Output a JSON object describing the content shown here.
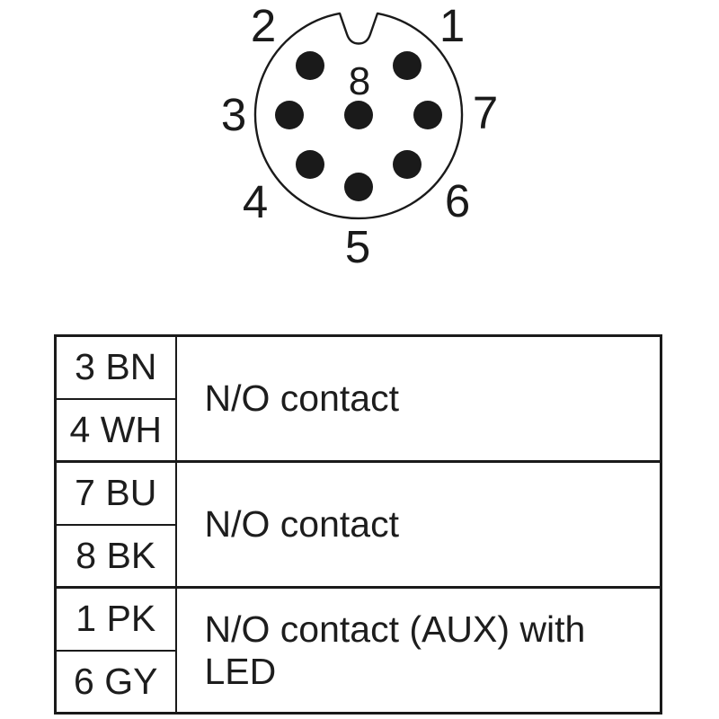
{
  "colors": {
    "ink": "#1a1a1a",
    "background": "#ffffff"
  },
  "connector": {
    "description": "8-pin circular connector face view with keyway notch",
    "pin_count": "8",
    "pins": [
      {
        "number": "1",
        "position": "top-right"
      },
      {
        "number": "2",
        "position": "top-left"
      },
      {
        "number": "3",
        "position": "left"
      },
      {
        "number": "4",
        "position": "bottom-left"
      },
      {
        "number": "5",
        "position": "bottom"
      },
      {
        "number": "6",
        "position": "bottom-right"
      },
      {
        "number": "7",
        "position": "right"
      },
      {
        "number": "8",
        "position": "center"
      }
    ]
  },
  "table": {
    "rows": [
      {
        "pin_cells": [
          "3 BN",
          "4 WH"
        ],
        "function": "N/O contact"
      },
      {
        "pin_cells": [
          "7 BU",
          "8 BK"
        ],
        "function": "N/O contact"
      },
      {
        "pin_cells": [
          "1 PK",
          "6 GY"
        ],
        "function": "N/O contact (AUX) with LED"
      }
    ]
  }
}
